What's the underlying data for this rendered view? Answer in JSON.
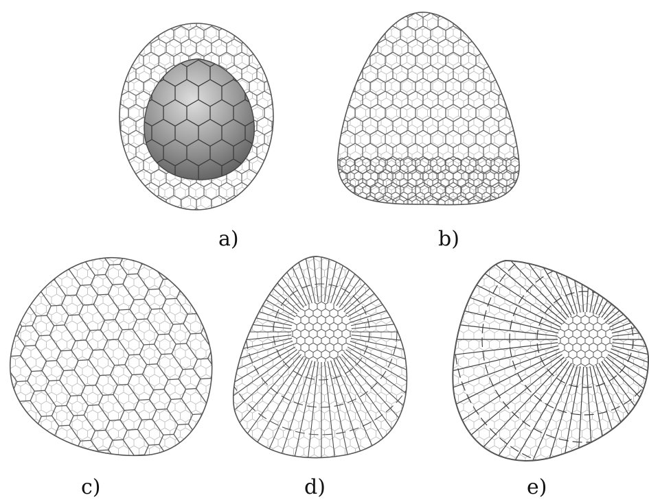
{
  "panels": [
    {
      "id": "a",
      "label": "a)"
    },
    {
      "id": "b",
      "label": "b)"
    },
    {
      "id": "c",
      "label": "c)"
    },
    {
      "id": "d",
      "label": "d)"
    },
    {
      "id": "e",
      "label": "e)"
    }
  ],
  "colors": {
    "background": "#ffffff",
    "mesh_front": "#444444",
    "mesh_back": "#b8b8b8",
    "core_fill": "#8a8a8a"
  }
}
